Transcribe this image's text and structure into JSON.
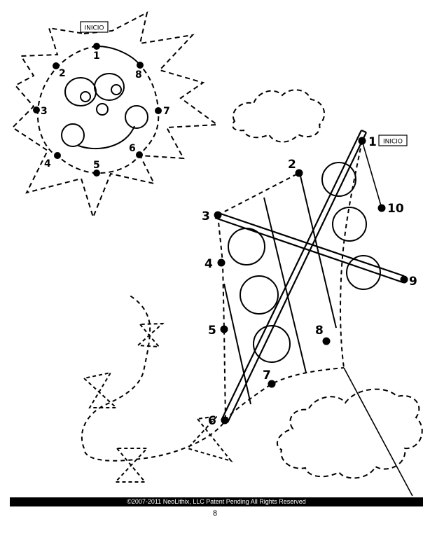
{
  "sun": {
    "start_label": "INICIO",
    "numbers": [
      "1",
      "2",
      "3",
      "4",
      "5",
      "6",
      "7",
      "8"
    ]
  },
  "kite": {
    "start_label": "INICIO",
    "numbers": [
      "1",
      "2",
      "3",
      "4",
      "5",
      "6",
      "7",
      "8",
      "9",
      "10"
    ]
  },
  "footer": {
    "copyright": "©2007-2011  NeoLithix, LLC  Patent Pending  All Rights Reserved",
    "page_number": "8"
  }
}
